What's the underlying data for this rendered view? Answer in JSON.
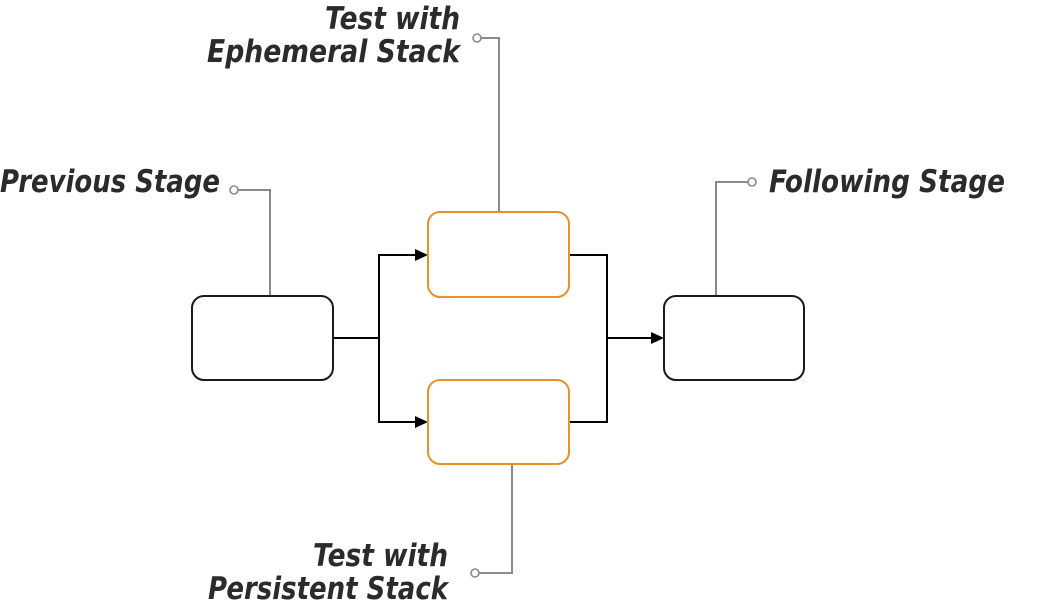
{
  "diagram": {
    "nodes": {
      "previous_stage": {
        "label": "Previous Stage",
        "border_color": "#1a1a1a"
      },
      "ephemeral_test": {
        "label_line1": "Test with",
        "label_line2": "Ephemeral Stack",
        "border_color": "#e8902b"
      },
      "persistent_test": {
        "label_line1": "Test with",
        "label_line2": "Persistent Stack",
        "border_color": "#e8902b"
      },
      "following_stage": {
        "label": "Following Stage",
        "border_color": "#1a1a1a"
      }
    },
    "edges": [
      {
        "from": "previous_stage",
        "to": "ephemeral_test"
      },
      {
        "from": "previous_stage",
        "to": "persistent_test"
      },
      {
        "from": "ephemeral_test",
        "to": "following_stage"
      },
      {
        "from": "persistent_test",
        "to": "following_stage"
      }
    ],
    "colors": {
      "text": "#2b2b2b",
      "flow_line": "#000000",
      "callout_line": "#8a8a8a",
      "highlight": "#e8902b"
    }
  }
}
